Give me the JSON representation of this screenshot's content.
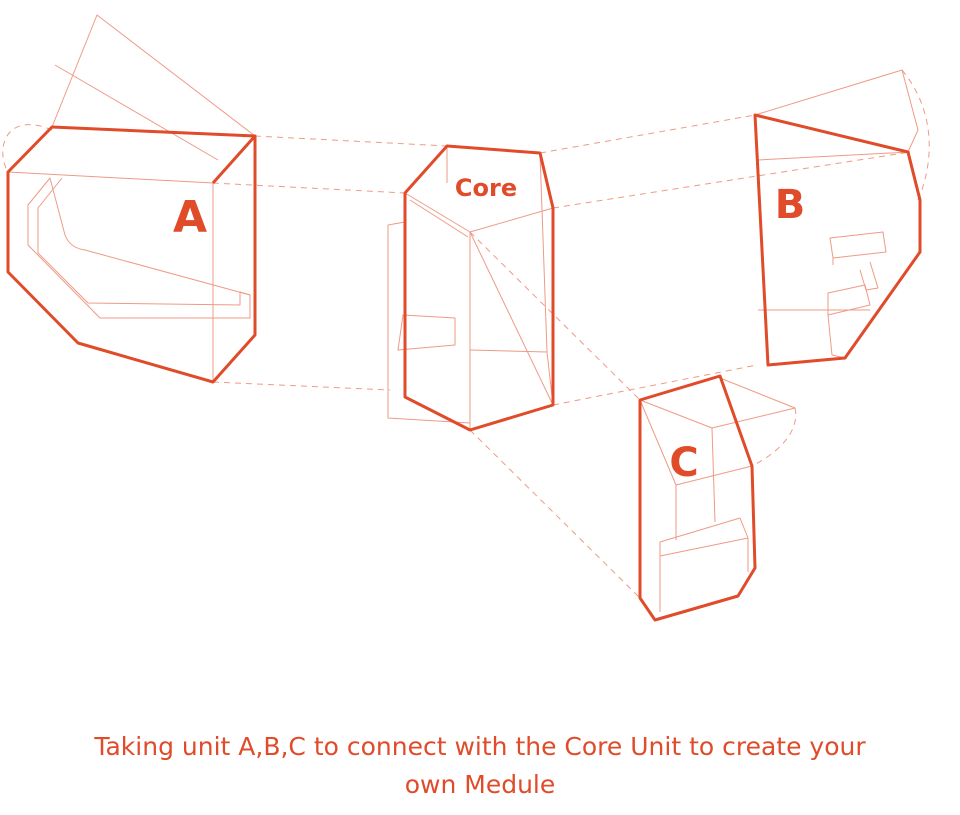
{
  "colors": {
    "accent": "#e04b2a",
    "accent_light": "#ef9a86"
  },
  "units": {
    "a_label": "A",
    "b_label": "B",
    "c_label": "C",
    "core_label": "Core"
  },
  "caption": {
    "line1": "Taking unit A,B,C to connect with the Core Unit to create your",
    "line2": "own Medule"
  }
}
